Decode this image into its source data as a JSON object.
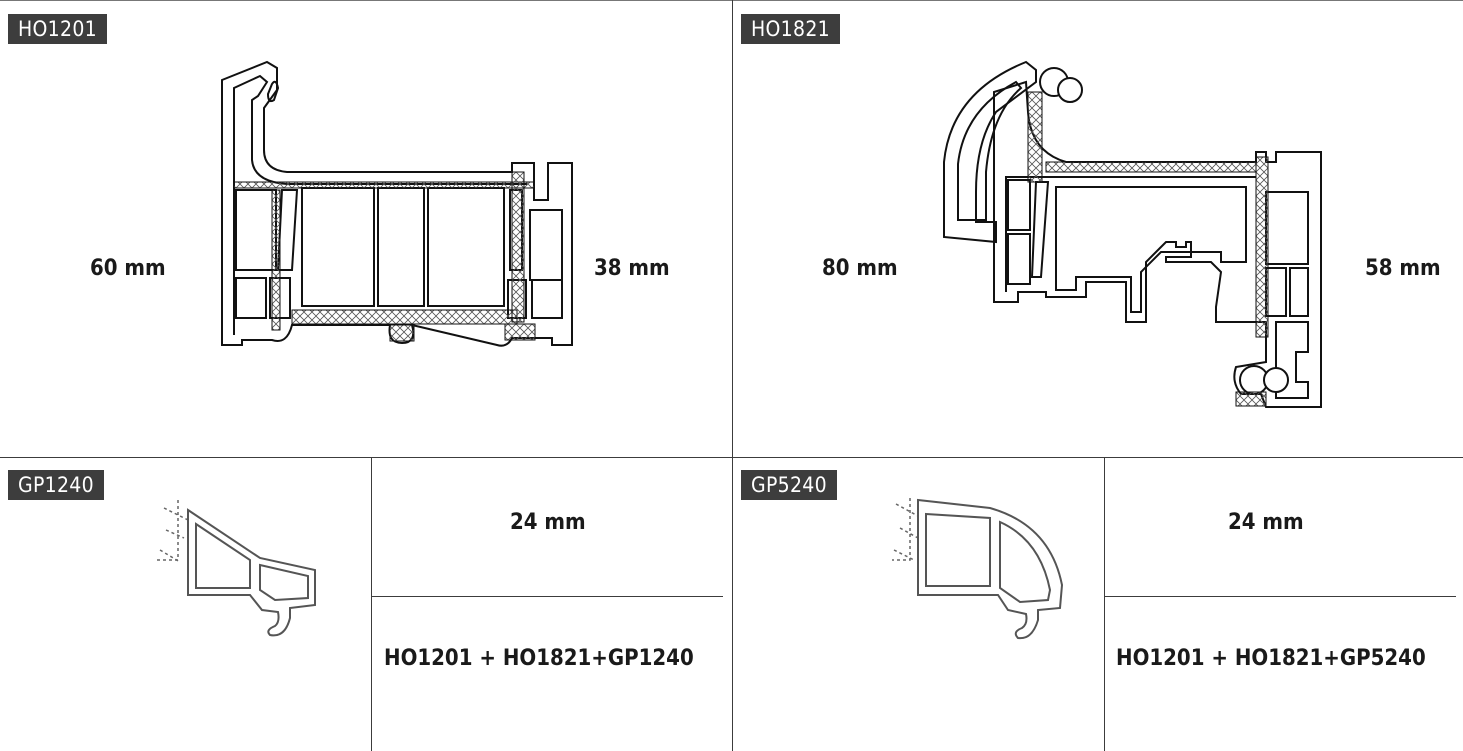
{
  "panels": [
    {
      "code": "HO1201",
      "dim_left": "60 mm",
      "dim_right": "38 mm"
    },
    {
      "code": "HO1821",
      "dim_left": "80 mm",
      "dim_right": "58 mm"
    }
  ],
  "bead_panels": [
    {
      "code": "GP1240",
      "width": "24 mm",
      "combination": "HO1201 + HO1821+GP1240"
    },
    {
      "code": "GP5240",
      "width": "24 mm",
      "combination": "HO1201 + HO1821+GP5240"
    }
  ]
}
